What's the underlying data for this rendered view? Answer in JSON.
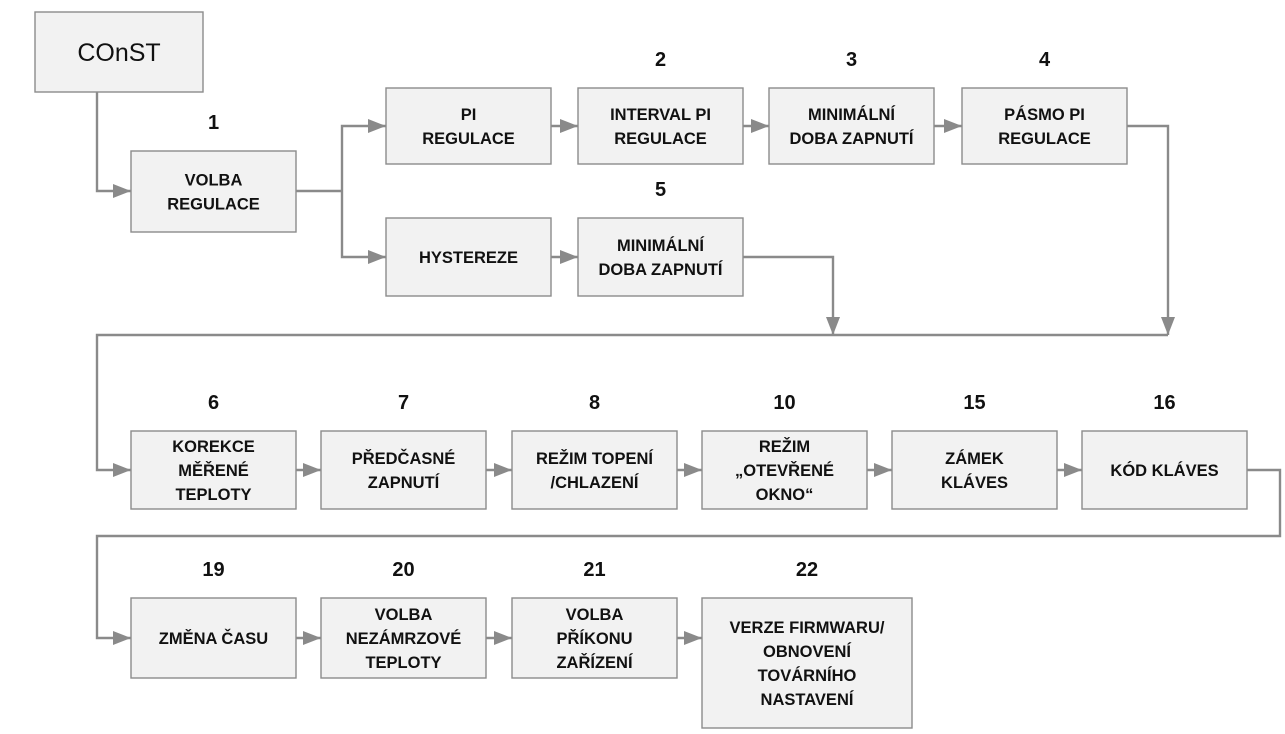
{
  "start": {
    "label": "COnST"
  },
  "nodes": [
    {
      "id": "volba-regulace",
      "number": "1",
      "lines": [
        "VOLBA",
        "REGULACE"
      ]
    },
    {
      "id": "pi-regulace",
      "number": "",
      "lines": [
        "PI",
        "REGULACE"
      ]
    },
    {
      "id": "interval-pi-regulace",
      "number": "2",
      "lines": [
        "INTERVAL PI",
        "REGULACE"
      ]
    },
    {
      "id": "minimalni-doba-zapnuti-3",
      "number": "3",
      "lines": [
        "MINIMÁLNÍ",
        "DOBA ZAPNUTÍ"
      ]
    },
    {
      "id": "pasmo-pi-regulace",
      "number": "4",
      "lines": [
        "PÁSMO PI",
        "REGULACE"
      ]
    },
    {
      "id": "hystereze",
      "number": "",
      "lines": [
        "HYSTEREZE"
      ]
    },
    {
      "id": "minimalni-doba-zapnuti-5",
      "number": "5",
      "lines": [
        "MINIMÁLNÍ",
        "DOBA ZAPNUTÍ"
      ]
    },
    {
      "id": "korekce-merene-teploty",
      "number": "6",
      "lines": [
        "KOREKCE",
        "MĚŘENÉ",
        "TEPLOTY"
      ]
    },
    {
      "id": "predcasne-zapnuti",
      "number": "7",
      "lines": [
        "PŘEDČASNÉ",
        "ZAPNUTÍ"
      ]
    },
    {
      "id": "rezim-topeni-chlazeni",
      "number": "8",
      "lines": [
        "REŽIM TOPENÍ",
        "/CHLAZENÍ"
      ]
    },
    {
      "id": "rezim-otevrene-okno",
      "number": "10",
      "lines": [
        "REŽIM",
        "„OTEVŘENÉ",
        "OKNO“"
      ]
    },
    {
      "id": "zamek-klaves",
      "number": "15",
      "lines": [
        "ZÁMEK",
        "KLÁVES"
      ]
    },
    {
      "id": "kod-klaves",
      "number": "16",
      "lines": [
        "KÓD KLÁVES"
      ]
    },
    {
      "id": "zmena-casu",
      "number": "19",
      "lines": [
        "ZMĚNA ČASU"
      ]
    },
    {
      "id": "volba-nezamrzove-teploty",
      "number": "20",
      "lines": [
        "VOLBA",
        "NEZÁMRZOVÉ",
        "TEPLOTY"
      ]
    },
    {
      "id": "volba-prikonu-zarizeni",
      "number": "21",
      "lines": [
        "VOLBA",
        "PŘÍKONU",
        "ZAŘÍZENÍ"
      ]
    },
    {
      "id": "verze-firmwaru",
      "number": "22",
      "lines": [
        "VERZE FIRMWARU/",
        "OBNOVENÍ",
        "TOVÁRNÍHO",
        "NASTAVENÍ"
      ]
    }
  ],
  "colors": {
    "box_fill": "#f2f2f2",
    "box_border": "#8c8c8c",
    "connector": "#8a8a8a",
    "text": "#111111"
  }
}
